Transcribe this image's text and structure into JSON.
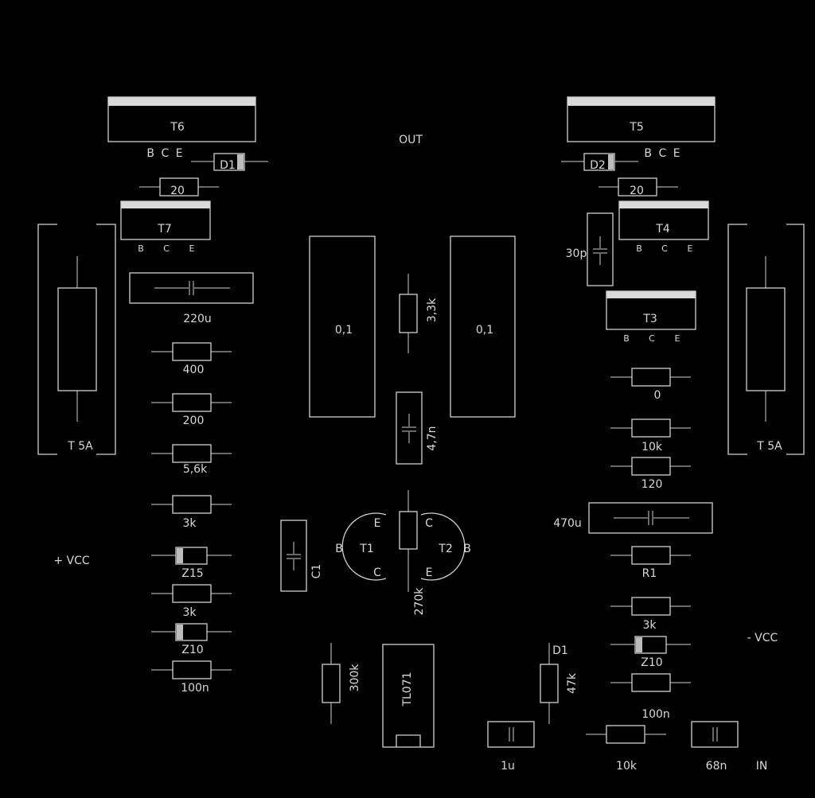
{
  "colors": {
    "background": "#000000",
    "silkscreen": "#d8d8d8"
  },
  "labels": {
    "out": "OUT",
    "in": "IN",
    "plus_vcc": "+ VCC",
    "minus_vcc": "- VCC",
    "fuse_left": "T 5A",
    "fuse_right": "T 5A"
  },
  "transistors": {
    "t6": {
      "name": "T6",
      "pins": "B C E"
    },
    "t5": {
      "name": "T5",
      "pins": "B C E"
    },
    "t7": {
      "name": "T7",
      "b": "B",
      "c": "C",
      "e": "E"
    },
    "t4": {
      "name": "T4",
      "b": "B",
      "c": "C",
      "e": "E"
    },
    "t3": {
      "name": "T3",
      "b": "B",
      "c": "C",
      "e": "E"
    },
    "t1": {
      "name": "T1",
      "b": "B",
      "c": "C",
      "e": "E"
    },
    "t2": {
      "name": "T2",
      "b": "B",
      "c": "C",
      "e": "E"
    }
  },
  "diodes": {
    "d1_top": "D1",
    "d2_top": "D2",
    "d1_bottom": "D1"
  },
  "left_column": {
    "r20": "20",
    "c220u": "220u",
    "r400": "400",
    "r200": "200",
    "r5_6k": "5,6k",
    "r3k_a": "3k",
    "z15": "Z15",
    "r3k_b": "3k",
    "z10": "Z10",
    "c100n": "100n"
  },
  "right_column": {
    "r20": "20",
    "c30p": "30p",
    "r0": "0",
    "r10k": "10k",
    "r120": "120",
    "c470u": "470u",
    "r1": "R1",
    "r3k": "3k",
    "z10": "Z10",
    "c100n": "100n"
  },
  "center": {
    "cap_left": "0,1",
    "cap_right": "0,1",
    "r3_3k": "3,3k",
    "c4_7n": "4,7n",
    "c1": "C1",
    "r270k": "270k",
    "r300k": "300k",
    "ic": "TL071",
    "r47k": "47k"
  },
  "bottom": {
    "c1u": "1u",
    "r10k": "10k",
    "c68n": "68n"
  }
}
